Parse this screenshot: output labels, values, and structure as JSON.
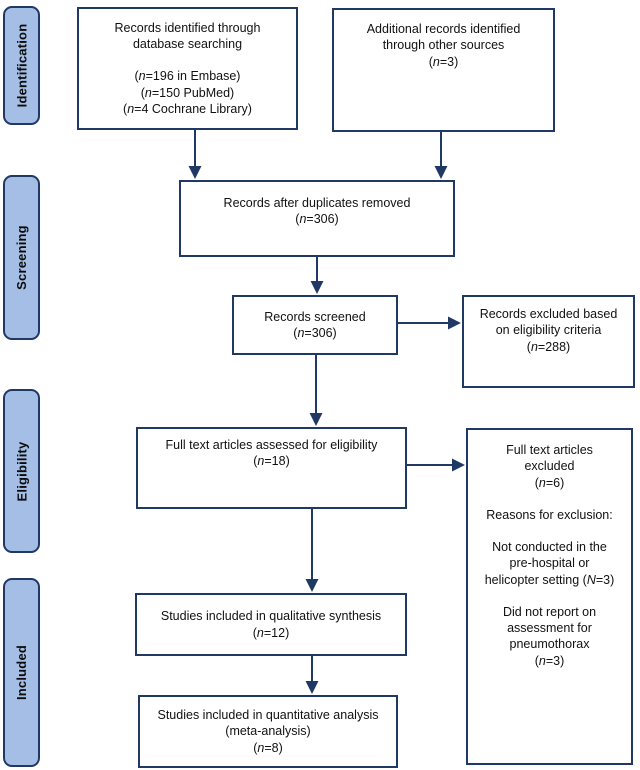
{
  "diagram": {
    "type": "prisma-flowchart",
    "colors": {
      "border": "#1f3864",
      "arrow": "#1f3864",
      "stage_fill": "#a4bee5",
      "stage_border": "#1f3864",
      "box_fill": "#ffffff",
      "text": "#111111"
    },
    "stages": [
      {
        "label": "Identification"
      },
      {
        "label": "Screening"
      },
      {
        "label": "Eligibility"
      },
      {
        "label": "Included"
      }
    ],
    "nodes": {
      "identified": {
        "lines": [
          "Records identified through",
          "database searching",
          "",
          "(n=196 in Embase)",
          "(n=150 PubMed)",
          "(n=4 Cochrane Library)"
        ]
      },
      "additional": {
        "lines": [
          "Additional records identified",
          "through other sources",
          "(n=3)"
        ]
      },
      "duplicates_removed": {
        "lines": [
          "Records after duplicates removed",
          "(n=306)"
        ]
      },
      "screened": {
        "lines": [
          "Records screened",
          "(n=306)"
        ]
      },
      "excluded_screening": {
        "lines": [
          "Records excluded based",
          "on eligibility criteria",
          "(n=288)"
        ]
      },
      "fulltext_assessed": {
        "lines": [
          "Full text articles assessed for eligibility",
          "(n=18)"
        ]
      },
      "fulltext_excluded": {
        "lines": [
          "Full text articles",
          "excluded",
          "(n=6)",
          "",
          "Reasons for exclusion:",
          "",
          "Not conducted in the",
          "pre-hospital or",
          "helicopter setting (N=3)",
          "",
          "Did not report on",
          "assessment for",
          "pneumothorax",
          "(n=3)"
        ]
      },
      "qualitative": {
        "lines": [
          "Studies included in qualitative synthesis",
          "(n=12)"
        ]
      },
      "quantitative": {
        "lines": [
          "Studies included in quantitative analysis",
          "(meta-analysis)",
          "(n=8)"
        ]
      }
    }
  }
}
